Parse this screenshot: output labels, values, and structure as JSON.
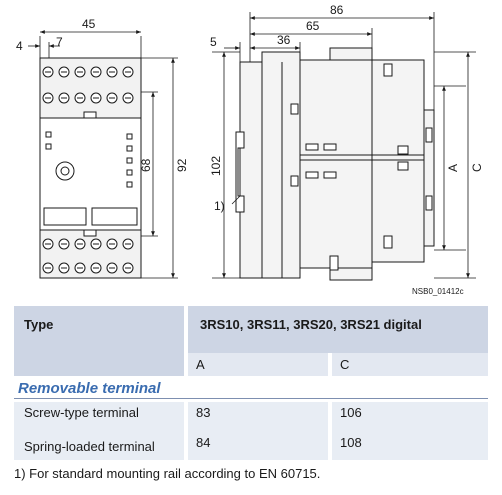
{
  "drawing": {
    "dims_front": {
      "d4": "4",
      "d7": "7",
      "d45": "45",
      "d68": "68",
      "d92": "92"
    },
    "dims_side": {
      "d86": "86",
      "d65": "65",
      "d36": "36",
      "d5": "5",
      "d102": "102",
      "dA": "A",
      "dC": "C",
      "ref1": "1)"
    },
    "code": "NSB0_01412c"
  },
  "table": {
    "type_label": "Type",
    "models": "3RS10, 3RS11, 3RS20, 3RS21 digital",
    "col_a": "A",
    "col_c": "C",
    "section": "Removable terminal",
    "rows": [
      {
        "name": "Screw-type terminal",
        "a": "83",
        "c": "106"
      },
      {
        "name": "Spring-loaded terminal",
        "a": "84",
        "c": "108"
      }
    ]
  },
  "footnote": "1)  For standard mounting rail according to EN 60715."
}
